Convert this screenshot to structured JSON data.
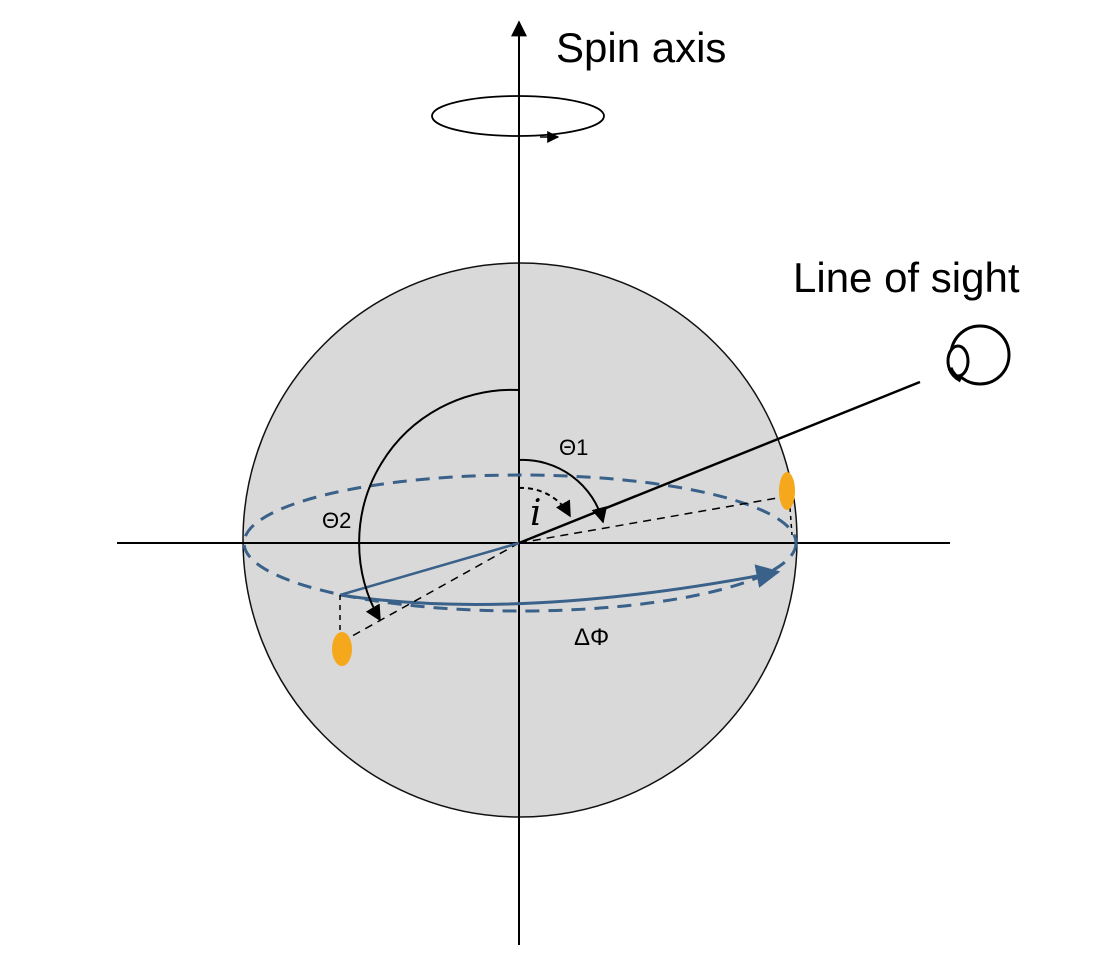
{
  "labels": {
    "spin_axis": "Spin axis",
    "line_of_sight": "Line of sight",
    "theta1": "Θ1",
    "theta2": "Θ2",
    "inclination": "i",
    "delta_phi": "ΔΦ"
  },
  "colors": {
    "sphere_fill": "#d9d9d9",
    "equator": "#3a6189",
    "spot": "#f5a81c",
    "line": "#000000"
  },
  "icons": {
    "observer": "eye-icon",
    "rotation": "rotation-arrow-icon"
  }
}
